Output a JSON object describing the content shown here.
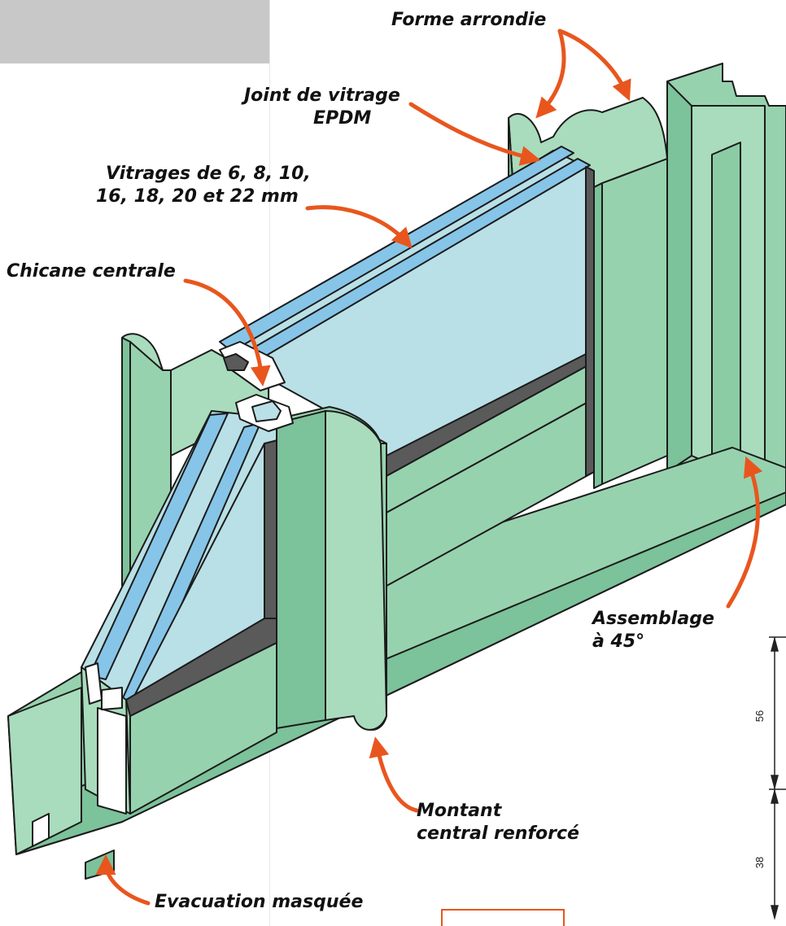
{
  "labels": {
    "forme_arrondie": "Forme arrondie",
    "joint_line1": "Joint de vitrage",
    "joint_line2": "EPDM",
    "vitrages_line1": "Vitrages de 6, 8, 10,",
    "vitrages_line2": "16, 18, 20 et 22 mm",
    "chicane": "Chicane centrale",
    "assemblage_line1": "Assemblage",
    "assemblage_line2": "à 45°",
    "montant_line1": "Montant",
    "montant_line2": "central renforcé",
    "evacuation": "Evacuation masquée"
  },
  "dimensions": {
    "upper": "56",
    "lower": "38"
  },
  "colors": {
    "profile_green": "#97d2ae",
    "profile_dark": "#6fb98f",
    "glass": "#b9e0e6",
    "glass_edge": "#86c5e8",
    "arrow": "#e8561e",
    "seal": "#5a5a5a"
  }
}
